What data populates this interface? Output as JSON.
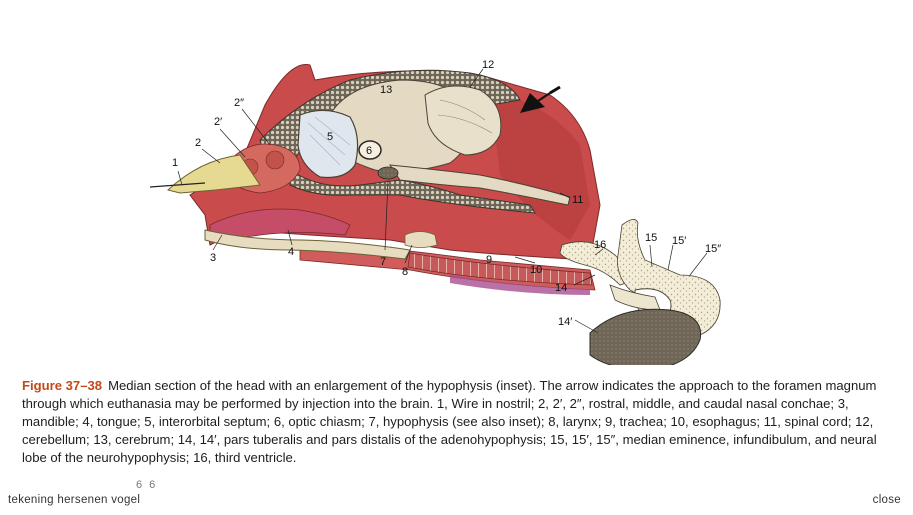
{
  "figure": {
    "labels": {
      "l1": "1",
      "l2": "2",
      "l2a": "2′",
      "l2b": "2″",
      "l3": "3",
      "l4": "4",
      "l5": "5",
      "l6": "6",
      "l7": "7",
      "l8": "8",
      "l9": "9",
      "l10": "10",
      "l11": "11",
      "l12": "12",
      "l13": "13",
      "l14": "14",
      "l14a": "14′",
      "l15": "15",
      "l15a": "15′",
      "l15b": "15″",
      "l16": "16"
    }
  },
  "caption": {
    "figure_label": "Figure 37–38",
    "text": "Median section of the head with an enlargement of the hypophysis (inset). The arrow indicates the approach to the foramen magnum through which euthanasia may be performed by injection into the brain. 1, Wire in nostril; 2, 2′, 2″, rostral, middle, and caudal nasal conchae; 3, mandible; 4, tongue; 5, interorbital septum; 6, optic chiasm; 7, hypophysis (see also inset); 8, larynx; 9, trachea; 10, esophagus; 11, spinal cord; 12, cerebellum; 13, cerebrum; 14, 14′, pars tuberalis and pars distalis of the adenohypophysis; 15, 15′, 15″, median eminence, infundibulum, and neural lobe of the neurohypophysis; 16, third ventricle."
  },
  "footer": {
    "page_counter": "6 6",
    "image_title": "tekening hersenen vogel",
    "close_label": "close"
  },
  "colors": {
    "muscle": "#c94b4b",
    "bone": "#e8dcc0",
    "brain": "#e4dac4",
    "figure_label": "#c24a1a"
  }
}
